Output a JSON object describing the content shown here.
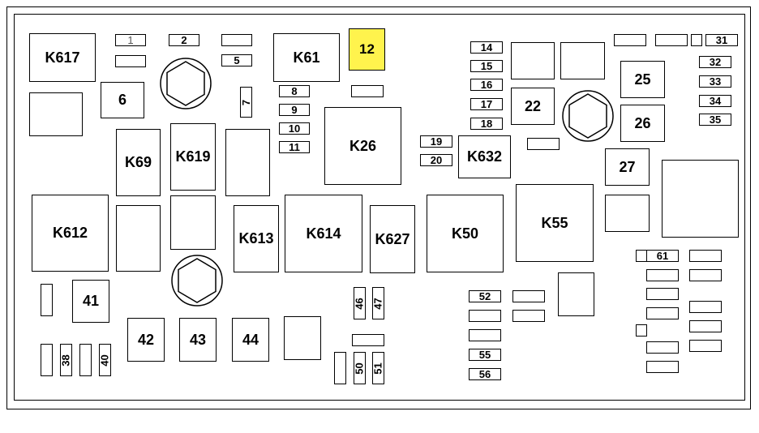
{
  "relays": {
    "K617": "K617",
    "K61": "K61",
    "K69": "K69",
    "K619": "K619",
    "K26": "K26",
    "K632": "K632",
    "K612": "K612",
    "K613": "K613",
    "K614": "K614",
    "K627": "K627",
    "K50": "K50",
    "K55": "K55"
  },
  "fuses": {
    "f1": "1",
    "f2": "2",
    "f5": "5",
    "f6": "6",
    "f7": "7",
    "f8": "8",
    "f9": "9",
    "f10": "10",
    "f11": "11",
    "f12": "12",
    "f14": "14",
    "f15": "15",
    "f16": "16",
    "f17": "17",
    "f18": "18",
    "f19": "19",
    "f20": "20",
    "f22": "22",
    "f25": "25",
    "f26": "26",
    "f27": "27",
    "f31": "31",
    "f32": "32",
    "f33": "33",
    "f34": "34",
    "f35": "35",
    "f38": "38",
    "f40": "40",
    "f41": "41",
    "f42": "42",
    "f43": "43",
    "f44": "44",
    "f46": "46",
    "f47": "47",
    "f50": "50",
    "f51": "51",
    "f52": "52",
    "f55": "55",
    "f56": "56",
    "f61": "61"
  },
  "highlight_color": "#fff34d"
}
